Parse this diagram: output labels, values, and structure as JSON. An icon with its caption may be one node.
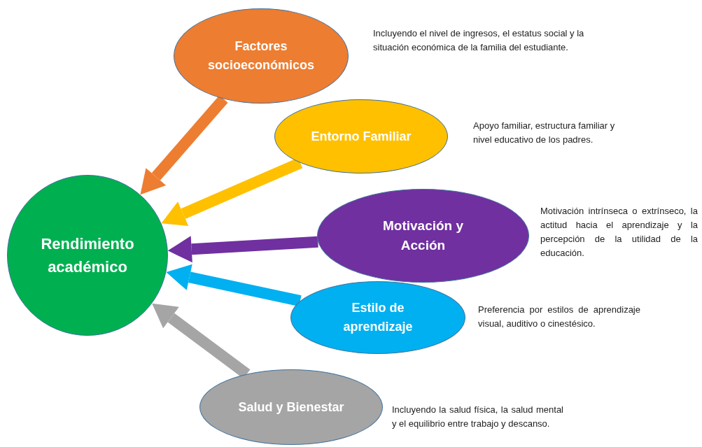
{
  "diagram": {
    "nodes": [
      {
        "text": [
          "Rendimiento académico"
        ]
      },
      {
        "text": [
          "Factores socioeconómicos"
        ],
        "beside": [
          "Incluyendo el nivel de ingresos, el estatus social y la situación económica de la familia del estudiante."
        ]
      },
      {
        "text": [
          "Entorno Familiar"
        ],
        "beside": [
          "Apoyo familiar, estructura familiar y nivel educativo de los padres."
        ]
      },
      {
        "text": [
          "Motivación y Acción"
        ],
        "beside": [
          "Motivación intrínseca o extrínseco, la actitud hacia el aprendizaje y la percepción de la utilidad de la educación."
        ]
      },
      {
        "text": [
          "Estilo de aprendizaje"
        ],
        "beside": [
          "Preferencia por estilos de aprendizaje visual, auditivo o cinestésico."
        ]
      },
      {
        "text": [
          "Salud y Bienestar"
        ],
        "beside": [
          "Incluyendo la salud física, la salud mental y el equilibrio entre trabajo y descanso."
        ]
      }
    ],
    "edges": [
      {
        "from": 1,
        "to": 0,
        "arrow": "to",
        "color": "#ed7d31"
      },
      {
        "from": 2,
        "to": 0,
        "arrow": "to",
        "color": "#ffc000"
      },
      {
        "from": 3,
        "to": 0,
        "arrow": "to",
        "color": "#7030a0"
      },
      {
        "from": 4,
        "to": 0,
        "arrow": "to",
        "color": "#00b0f0"
      },
      {
        "from": 5,
        "to": 0,
        "arrow": "to",
        "color": "#a5a5a5"
      }
    ]
  }
}
